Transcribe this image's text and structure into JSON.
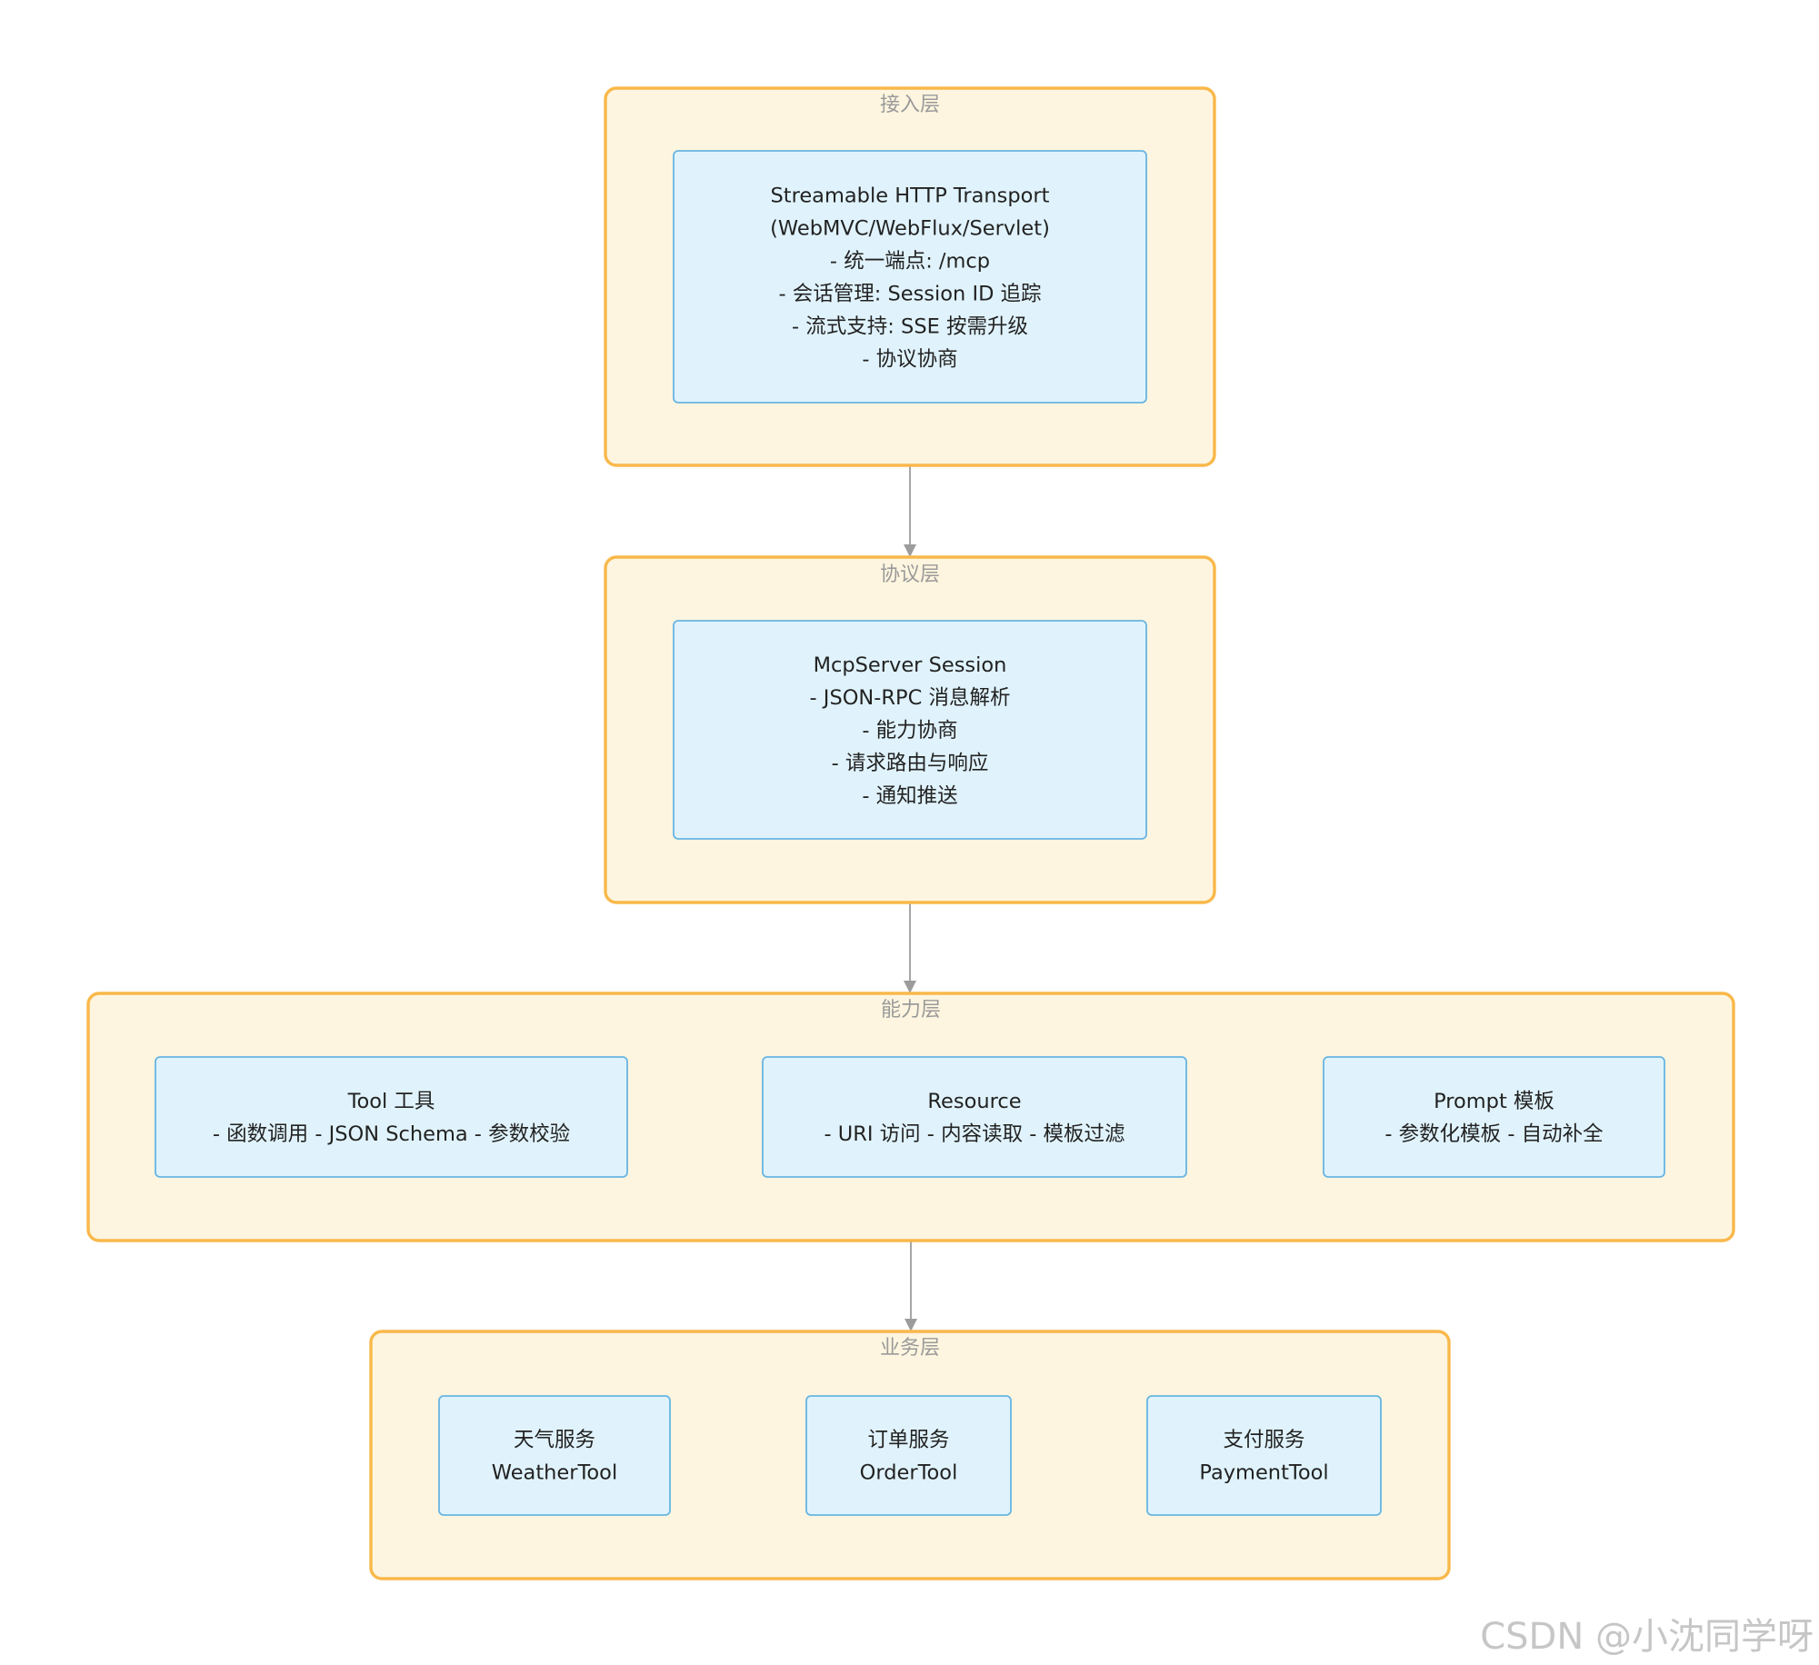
{
  "colors": {
    "layer_fill": "#fdf5df",
    "layer_stroke": "#f9b84a",
    "node_fill": "#e0f3fc",
    "node_stroke": "#67b5e3",
    "edge": "#9c9c9c"
  },
  "layers": [
    {
      "id": "access",
      "title": "接入层",
      "nodes": [
        {
          "id": "transport",
          "lines": [
            "Streamable HTTP Transport",
            "(WebMVC/WebFlux/Servlet)",
            "- 统一端点: /mcp",
            "- 会话管理: Session ID 追踪",
            "- 流式支持: SSE 按需升级",
            "- 协议协商"
          ]
        }
      ]
    },
    {
      "id": "protocol",
      "title": "协议层",
      "nodes": [
        {
          "id": "session",
          "lines": [
            "McpServer Session",
            "- JSON-RPC 消息解析",
            "- 能力协商",
            "- 请求路由与响应",
            "- 通知推送"
          ]
        }
      ]
    },
    {
      "id": "capability",
      "title": "能力层",
      "nodes": [
        {
          "id": "tool",
          "lines": [
            "Tool 工具",
            "- 函数调用 - JSON Schema - 参数校验"
          ]
        },
        {
          "id": "resource",
          "lines": [
            "Resource",
            "- URI 访问 - 内容读取 - 模板过滤"
          ]
        },
        {
          "id": "prompt",
          "lines": [
            "Prompt 模板",
            "- 参数化模板 - 自动补全"
          ]
        }
      ]
    },
    {
      "id": "business",
      "title": "业务层",
      "nodes": [
        {
          "id": "weather",
          "lines": [
            "天气服务",
            "WeatherTool"
          ]
        },
        {
          "id": "order",
          "lines": [
            "订单服务",
            "OrderTool"
          ]
        },
        {
          "id": "payment",
          "lines": [
            "支付服务",
            "PaymentTool"
          ]
        }
      ]
    }
  ],
  "edges": [
    {
      "from": "access",
      "to": "protocol",
      "arrow": true
    },
    {
      "from": "protocol",
      "to": "capability",
      "arrow": true
    },
    {
      "from": "capability",
      "to": "business",
      "arrow": true
    },
    {
      "from": "tool",
      "to": "resource",
      "arrow": false
    },
    {
      "from": "resource",
      "to": "prompt",
      "arrow": false
    },
    {
      "from": "weather",
      "to": "order",
      "arrow": false
    },
    {
      "from": "order",
      "to": "payment",
      "arrow": false
    }
  ],
  "watermark": "CSDN @小沈同学呀"
}
